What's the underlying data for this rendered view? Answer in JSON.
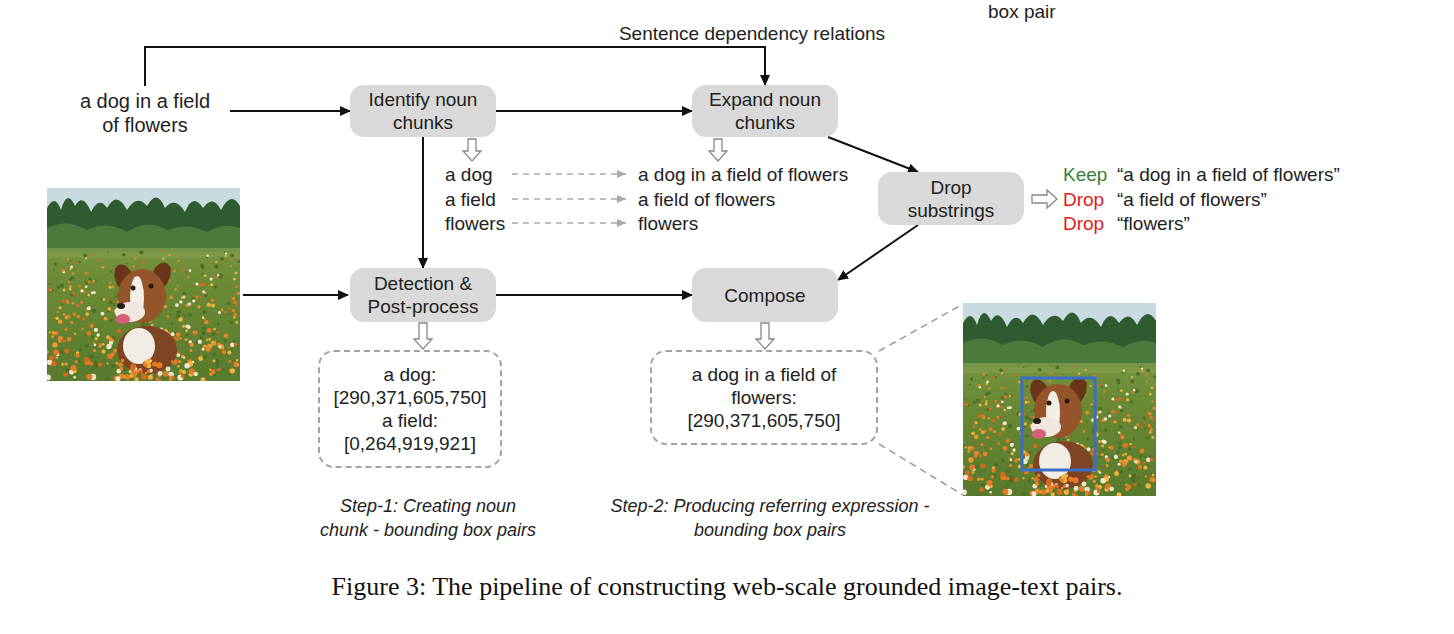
{
  "diagram": {
    "caption": "Figure 3: The pipeline of constructing web-scale grounded image-text pairs.",
    "nodes": [
      {
        "text": [
          "a dog in a field of flowers"
        ]
      },
      {
        "text": [
          "Identify noun chunks"
        ]
      },
      {
        "text": [
          "Expand noun chunks"
        ]
      },
      {
        "text": [
          "Drop substrings"
        ]
      },
      {
        "text": [
          "Detection & Post-process"
        ]
      },
      {
        "text": [
          "Compose"
        ]
      },
      {
        "text": [
          "a dog:",
          "[290,371,605,750]",
          "a field:",
          "[0,264,919,921]"
        ]
      },
      {
        "text": [
          "a dog in a field of flowers:",
          "[290,371,605,750]"
        ]
      }
    ],
    "edges": [
      {
        "from": 0,
        "to": 1,
        "arrow": "to"
      },
      {
        "from": 0,
        "to": 2,
        "arrow": "to",
        "label": "Sentence dependency relations"
      },
      {
        "from": 1,
        "to": 2,
        "arrow": "to"
      },
      {
        "from": 1,
        "to": 4,
        "arrow": "to"
      },
      {
        "from": 2,
        "to": 3,
        "arrow": "to"
      },
      {
        "from": 3,
        "to": 5,
        "arrow": "to"
      },
      {
        "from": 4,
        "to": 5,
        "arrow": "to"
      },
      {
        "from": 4,
        "to": 6,
        "arrow": "to"
      },
      {
        "from": 5,
        "to": 7,
        "arrow": "to"
      }
    ],
    "labels": [
      "box pair",
      "a dog",
      "a field",
      "flowers",
      "a dog in a field of flowers",
      "a field of flowers",
      "flowers",
      "Keep",
      "“a dog in a field of flowers”",
      "Drop",
      "“a field of flowers”",
      "Drop",
      "“flowers”",
      "Step-1: Creating noun chunk - bounding box pairs",
      "Step-2: Producing referring expression - bounding box pairs"
    ]
  }
}
